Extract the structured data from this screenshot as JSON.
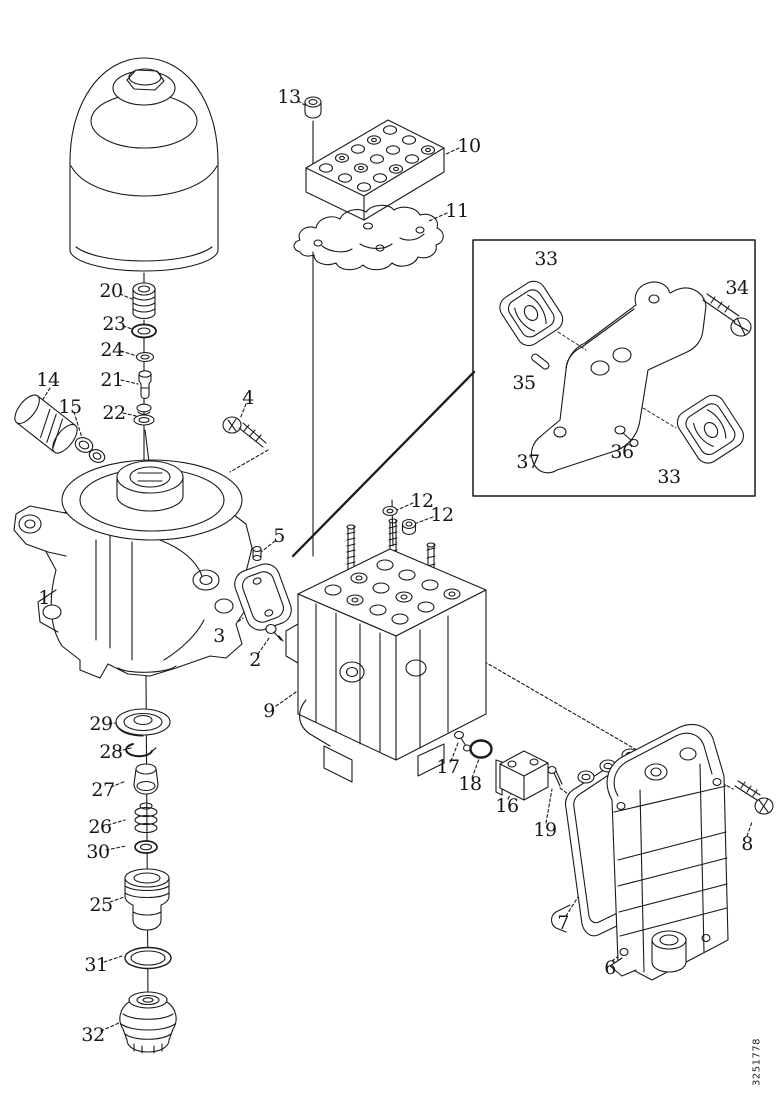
{
  "figure": {
    "type": "exploded-parts-diagram",
    "drawing_number": "3251778"
  },
  "callouts": [
    "13",
    "10",
    "11",
    "33",
    "34",
    "35",
    "36",
    "37",
    "33",
    "20",
    "23",
    "24",
    "21",
    "22",
    "14",
    "15",
    "4",
    "12",
    "12",
    "5",
    "1",
    "3",
    "2",
    "9",
    "17",
    "18",
    "16",
    "19",
    "29",
    "28",
    "27",
    "26",
    "30",
    "25",
    "31",
    "32",
    "7",
    "6",
    "8"
  ]
}
